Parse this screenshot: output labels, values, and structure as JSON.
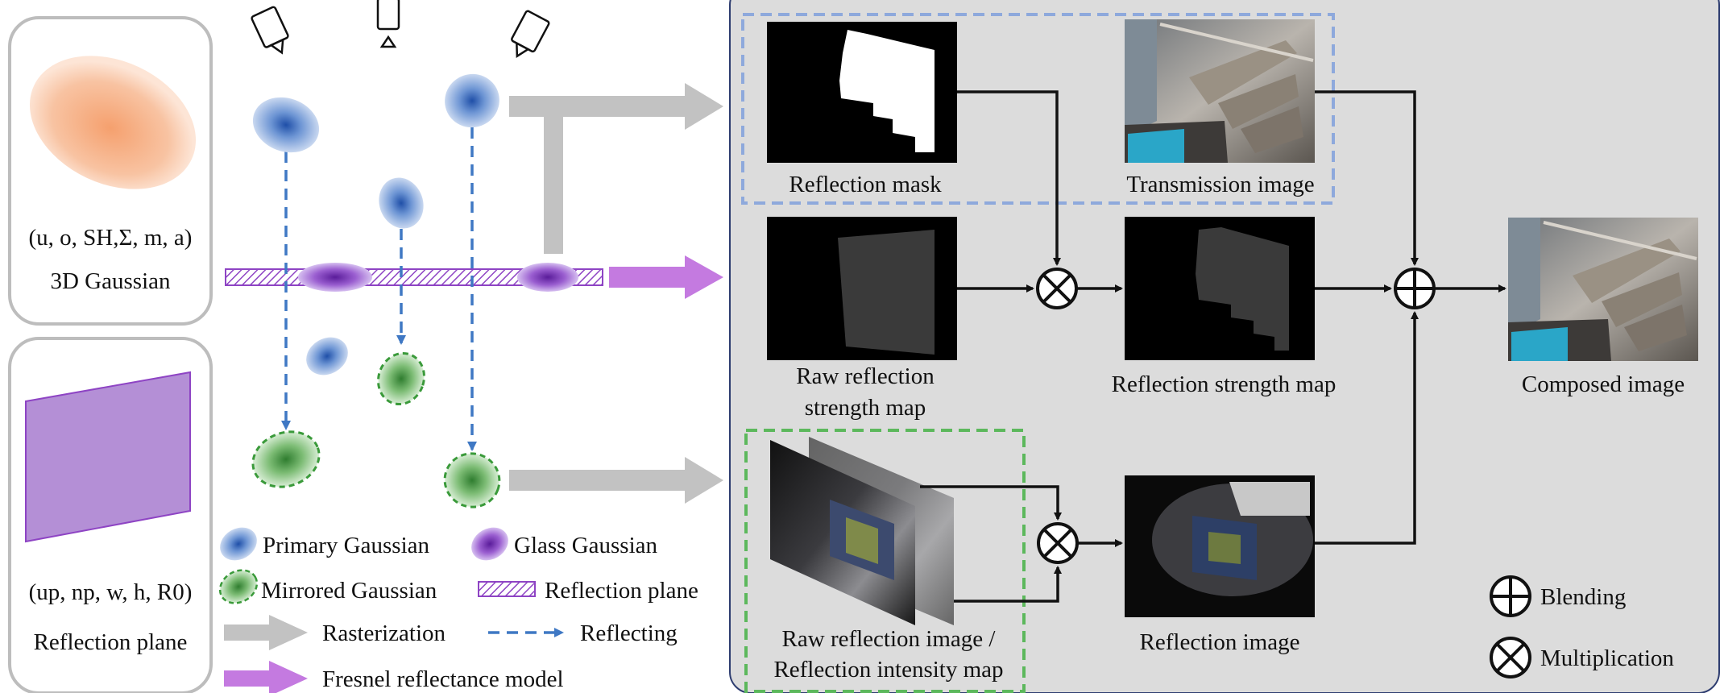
{
  "left_panel": {
    "gaussian_params_text": "(u, o, SH,Σ, m, a)",
    "gaussian_caption": "3D Gaussian",
    "plane_params_text": "(up, np, w, h, R0)",
    "plane_caption": "Reflection plane"
  },
  "legend": {
    "primary_gaussian": "Primary Gaussian",
    "glass_gaussian": "Glass Gaussian",
    "mirrored_gaussian": "Mirrored Gaussian",
    "reflection_plane": "Reflection plane",
    "rasterization": "Rasterization",
    "reflecting": "Reflecting",
    "fresnel": "Fresnel reflectance model"
  },
  "pipeline": {
    "reflection_mask": "Reflection mask",
    "transmission_image": "Transmission image",
    "raw_strength_line1": "Raw reflection",
    "raw_strength_line2": "strength map",
    "strength_map": "Reflection strength map",
    "composed_image": "Composed image",
    "raw_reflection_line1": "Raw reflection image /",
    "raw_reflection_line2": "Reflection intensity map",
    "reflection_image": "Reflection image",
    "blending": "Blending",
    "multiplication": "Multiplication"
  },
  "colors": {
    "primary_blue": "#3f78c4",
    "mirror_green": "#3a9a3a",
    "glass_purple": "#8e44c4",
    "fresnel_arrow": "#c47ae0",
    "raster_arrow": "#c2c2c2",
    "panel_bg": "#dcdcdc",
    "blue_dashed_box": "#8ea9dc",
    "green_dashed_box": "#5cb85c"
  }
}
